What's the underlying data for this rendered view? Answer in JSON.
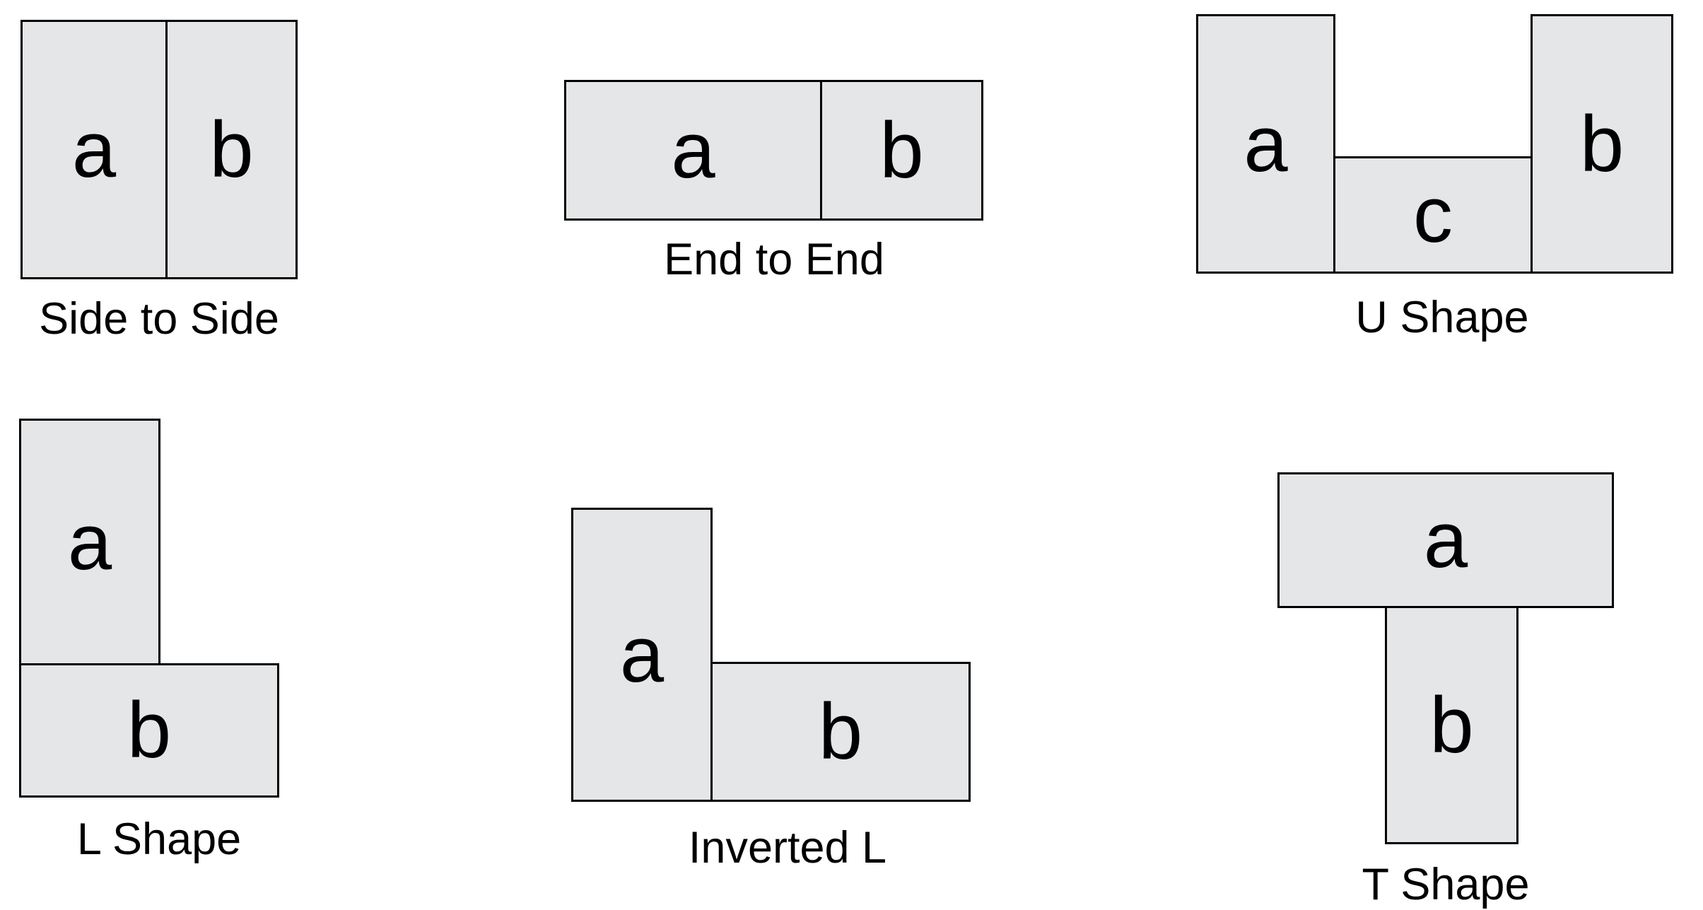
{
  "colors": {
    "background": "#ffffff",
    "rect_fill": "#e5e6e8",
    "rect_stroke": "#000000",
    "text": "#000000"
  },
  "figures": [
    {
      "caption": "Side to Side",
      "rects": [
        {
          "letter": "a"
        },
        {
          "letter": "b"
        }
      ]
    },
    {
      "caption": "End to End",
      "rects": [
        {
          "letter": "a"
        },
        {
          "letter": "b"
        }
      ]
    },
    {
      "caption": "U Shape",
      "rects": [
        {
          "letter": "a"
        },
        {
          "letter": "c"
        },
        {
          "letter": "b"
        }
      ]
    },
    {
      "caption": "L Shape",
      "rects": [
        {
          "letter": "a"
        },
        {
          "letter": "b"
        }
      ]
    },
    {
      "caption": "Inverted L",
      "rects": [
        {
          "letter": "a"
        },
        {
          "letter": "b"
        }
      ]
    },
    {
      "caption": "T Shape",
      "rects": [
        {
          "letter": "a"
        },
        {
          "letter": "b"
        }
      ]
    }
  ]
}
